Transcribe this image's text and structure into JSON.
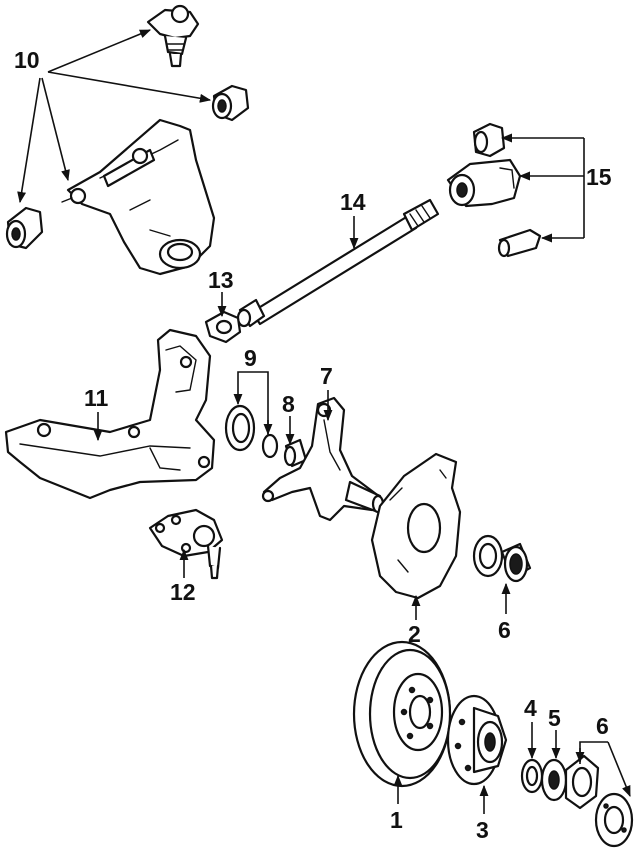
{
  "callouts": [
    {
      "id": "1",
      "text": "1"
    },
    {
      "id": "2",
      "text": "2"
    },
    {
      "id": "3",
      "text": "3"
    },
    {
      "id": "4",
      "text": "4"
    },
    {
      "id": "5",
      "text": "5"
    },
    {
      "id": "6a",
      "text": "6"
    },
    {
      "id": "6b",
      "text": "6"
    },
    {
      "id": "7",
      "text": "7"
    },
    {
      "id": "8",
      "text": "8"
    },
    {
      "id": "9",
      "text": "9"
    },
    {
      "id": "10",
      "text": "10"
    },
    {
      "id": "11",
      "text": "11"
    },
    {
      "id": "12",
      "text": "12"
    },
    {
      "id": "13",
      "text": "13"
    },
    {
      "id": "14",
      "text": "14"
    },
    {
      "id": "15",
      "text": "15"
    }
  ]
}
